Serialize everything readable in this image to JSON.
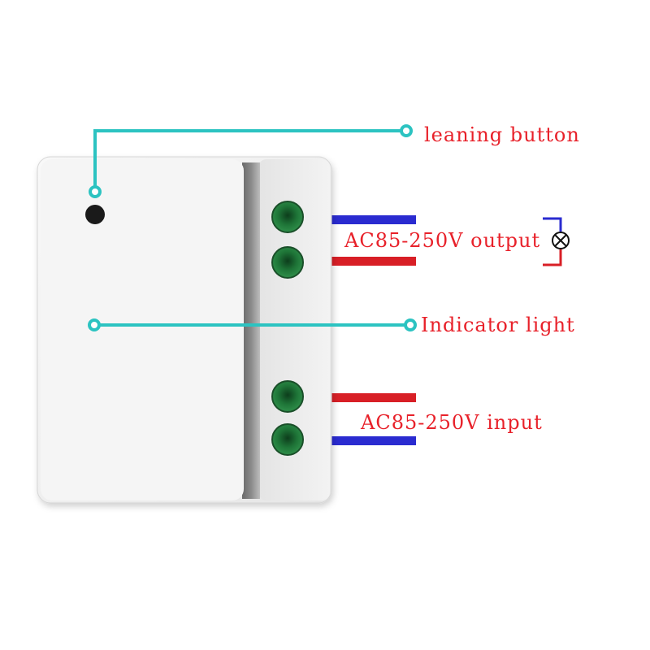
{
  "labels": {
    "learning_button": "leaning button",
    "indicator_light": "Indicator light",
    "output": "AC85-250V output",
    "input": "AC85-250V input"
  },
  "colors": {
    "callout": "#2cc3c1",
    "label_text": "#e8212a",
    "wire_live": "#d81f26",
    "wire_neutral": "#2a2bd0",
    "terminal_green": "#1f7a3a",
    "housing": "#f1f1f1"
  },
  "icons": {
    "lamp": "lamp-cross-icon"
  }
}
